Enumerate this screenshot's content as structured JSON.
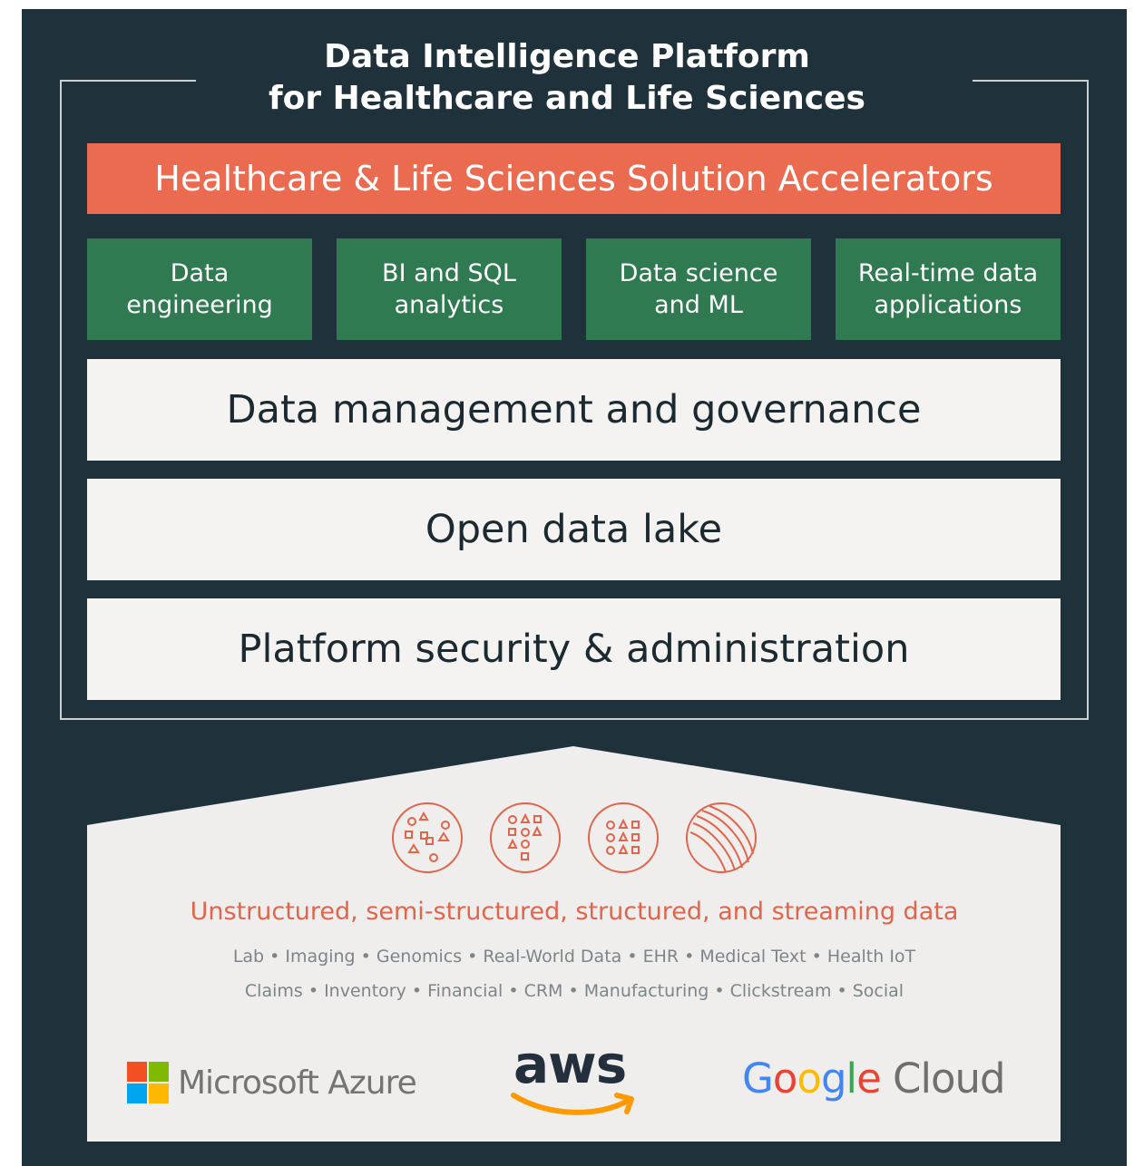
{
  "title": {
    "line1": "Data Intelligence Platform",
    "line2": "for Healthcare and Life Sciences"
  },
  "accelerators": "Healthcare & Life Sciences Solution Accelerators",
  "workloads": [
    {
      "line1": "Data",
      "line2": "engineering"
    },
    {
      "line1": "BI and SQL",
      "line2": "analytics"
    },
    {
      "line1": "Data science",
      "line2": "and ML"
    },
    {
      "line1": "Real-time data",
      "line2": "applications"
    }
  ],
  "layers": {
    "governance": "Data management and governance",
    "lake": "Open data lake",
    "security": "Platform security & administration"
  },
  "data_icons": [
    "unstructured-data-icon",
    "semi-structured-data-icon",
    "structured-data-icon",
    "streaming-data-icon"
  ],
  "data_types": "Unstructured, semi-structured, structured, and streaming data",
  "sources": {
    "line1": "Lab • Imaging • Genomics • Real-World Data • EHR • Medical Text • Health IoT",
    "line2": "Claims • Inventory • Financial • CRM • Manufacturing • Clickstream • Social"
  },
  "clouds": {
    "azure": "Microsoft Azure",
    "aws": "aws",
    "google_letters": [
      "G",
      "o",
      "o",
      "g",
      "l",
      "e"
    ],
    "google_suffix": " Cloud"
  },
  "colors": {
    "background": "#1f313b",
    "accent": "#eb6b50",
    "green": "#2f7a51",
    "layer": "#f4f3f1",
    "data_text": "#e0654d",
    "google": [
      "#4285F4",
      "#EA4335",
      "#FBBC05",
      "#4285F4",
      "#34A853",
      "#EA4335"
    ],
    "microsoft": [
      "#F25022",
      "#7FBA00",
      "#00A4EF",
      "#FFB900"
    ],
    "aws_smile": "#ff9900"
  }
}
